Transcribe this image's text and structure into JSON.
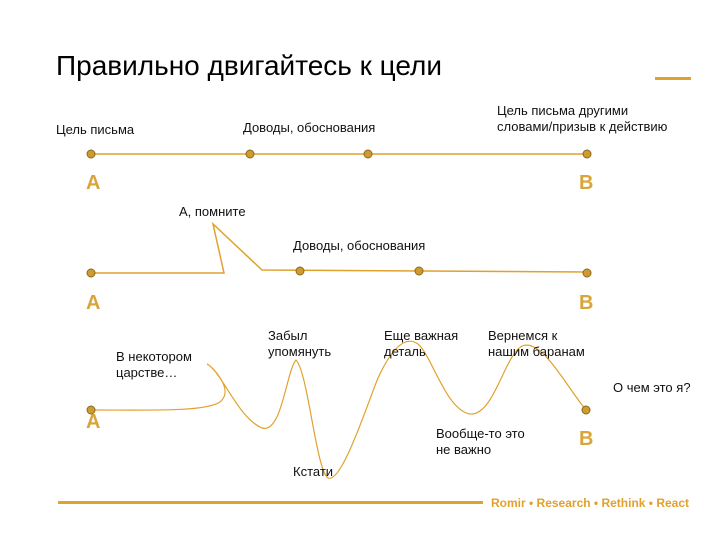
{
  "slide": {
    "title": "Правильно двигайтесь к цели",
    "brand": "Romir • Research • Rethink • React"
  },
  "colors": {
    "accent": "#E1A12D",
    "point_fill": "#CF9A2E",
    "point_stroke": "#8A6A1E",
    "letters": "#D9A53A"
  },
  "row1": {
    "label_goal": "Цель письма",
    "label_arguments": "Доводы, обоснования",
    "label_restate": "Цель письма другими\nсловами/призыв к действию",
    "start_letter": "A",
    "end_letter": "B"
  },
  "row2": {
    "label_remember": "А, помните",
    "label_arguments": "Доводы, обоснования",
    "start_letter": "A",
    "end_letter": "B"
  },
  "row3": {
    "label_kingdom": "В некотором\nцарстве…",
    "label_forgot": "Забыл\nупомянуть",
    "label_detail": "Еще важная\nдеталь",
    "label_back": "Вернемся к\nнашим баранам",
    "label_what": "О чем это я?",
    "label_by_the_way": "Кстати",
    "label_unimportant": "Вообще-то это\nне важно",
    "start_letter": "A",
    "end_letter": "B"
  }
}
